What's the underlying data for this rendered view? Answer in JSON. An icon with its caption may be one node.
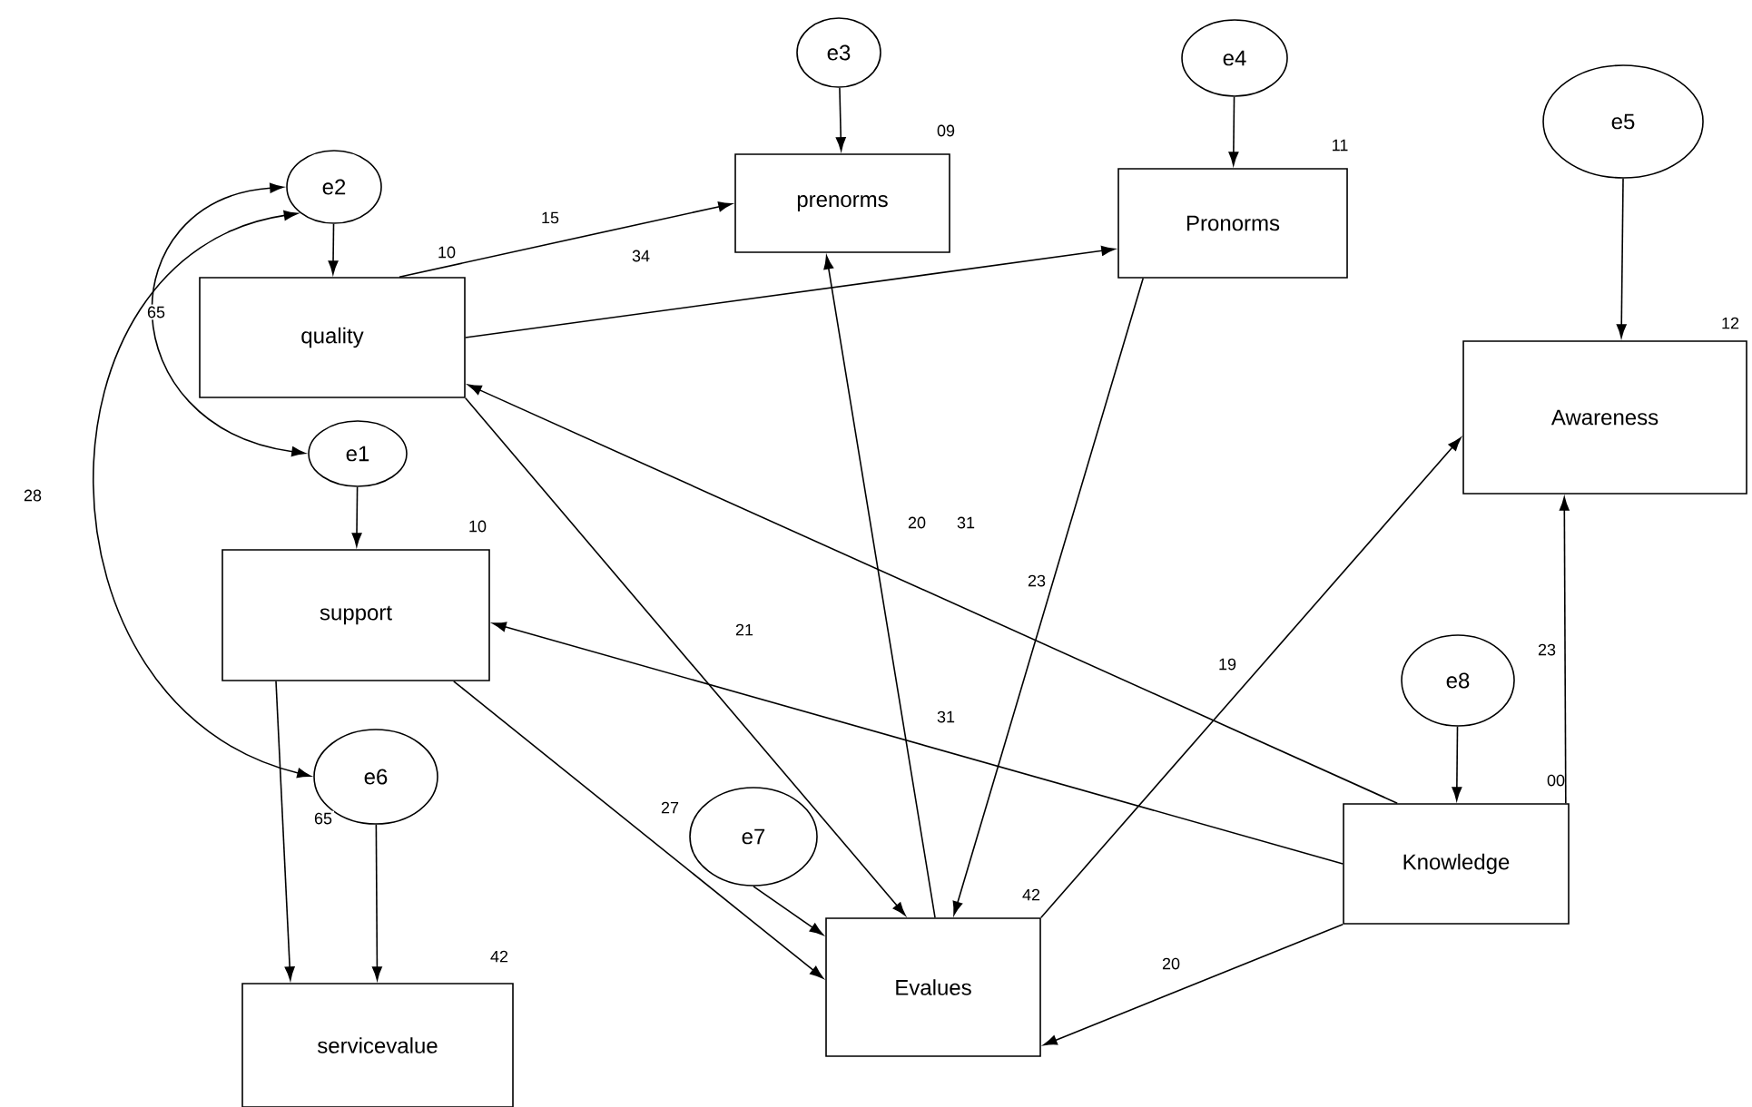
{
  "diagram": {
    "nodes": [
      {
        "text": [
          "e3"
        ]
      },
      {
        "text": [
          "e4"
        ]
      },
      {
        "text": [
          "e2"
        ]
      },
      {
        "text": [
          "e5"
        ]
      },
      {
        "text": [
          "prenorms"
        ],
        "beside": [
          "09"
        ]
      },
      {
        "text": [
          "Pronorms"
        ],
        "beside": [
          "11"
        ]
      },
      {
        "text": [
          "quality"
        ],
        "beside": [
          "10"
        ]
      },
      {
        "text": [
          "Awareness"
        ],
        "beside": [
          "12"
        ]
      },
      {
        "text": [
          "e1"
        ]
      },
      {
        "text": [
          "support"
        ],
        "beside": [
          "10"
        ]
      },
      {
        "text": [
          "e8"
        ]
      },
      {
        "text": [
          "e6"
        ]
      },
      {
        "text": [
          "e7"
        ]
      },
      {
        "text": [
          "Knowledge"
        ],
        "beside": [
          "00"
        ]
      },
      {
        "text": [
          "Evalues"
        ],
        "beside": [
          "42"
        ]
      },
      {
        "text": [
          "servicevalue"
        ],
        "beside": [
          "42"
        ]
      }
    ],
    "edges": [
      {
        "from": 0,
        "to": 4,
        "arrow": "to"
      },
      {
        "from": 1,
        "to": 5,
        "arrow": "to"
      },
      {
        "from": 2,
        "to": 6,
        "arrow": "to"
      },
      {
        "from": 3,
        "to": 7,
        "arrow": "to"
      },
      {
        "from": 8,
        "to": 9,
        "arrow": "to"
      },
      {
        "from": 10,
        "to": 13,
        "arrow": "to"
      },
      {
        "from": 11,
        "to": 15,
        "arrow": "to"
      },
      {
        "from": 12,
        "to": 14,
        "arrow": "to"
      },
      {
        "from": 2,
        "to": 8,
        "arrow": "both",
        "label": "65"
      },
      {
        "from": 2,
        "to": 11,
        "arrow": "both",
        "label": "28"
      },
      {
        "from": 6,
        "to": 4,
        "arrow": "to",
        "label": "15"
      },
      {
        "from": 6,
        "to": 5,
        "arrow": "to",
        "label": "34"
      },
      {
        "from": 6,
        "to": 14,
        "arrow": "to",
        "label": "21"
      },
      {
        "from": 14,
        "to": 4,
        "arrow": "to",
        "label": "20"
      },
      {
        "from": 5,
        "to": 14,
        "arrow": "to",
        "label": "23"
      },
      {
        "from": 13,
        "to": 6,
        "arrow": "to",
        "label": "31"
      },
      {
        "from": 14,
        "to": 7,
        "arrow": "to",
        "label": "19"
      },
      {
        "from": 13,
        "to": 9,
        "arrow": "to",
        "label": "31"
      },
      {
        "from": 9,
        "to": 14,
        "arrow": "to",
        "label": "27"
      },
      {
        "from": 9,
        "to": 15,
        "arrow": "to",
        "label": "65"
      },
      {
        "from": 13,
        "to": 7,
        "arrow": "to",
        "label": "23"
      },
      {
        "from": 13,
        "to": 14,
        "arrow": "to",
        "label": "20"
      }
    ]
  }
}
